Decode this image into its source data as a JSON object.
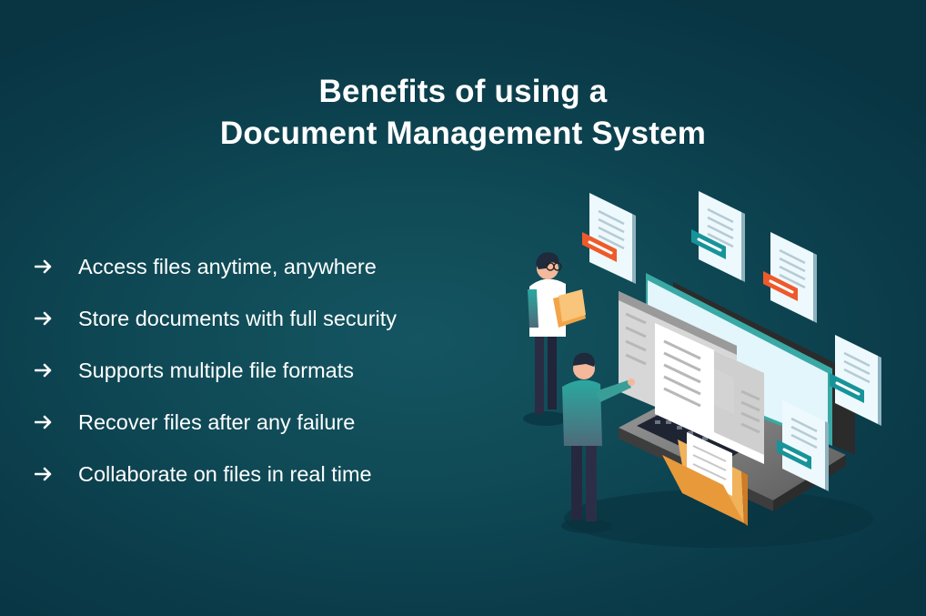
{
  "title": {
    "line1": "Benefits of using a",
    "line2": "Document Management System"
  },
  "benefits": [
    {
      "icon": "arrow-right-icon",
      "label": "Access files anytime, anywhere"
    },
    {
      "icon": "arrow-right-icon",
      "label": "Store documents with full security"
    },
    {
      "icon": "arrow-right-icon",
      "label": "Supports multiple file formats"
    },
    {
      "icon": "arrow-right-icon",
      "label": "Recover files after any failure"
    },
    {
      "icon": "arrow-right-icon",
      "label": "Collaborate on files in real time"
    }
  ],
  "colors": {
    "background": "#0e4553",
    "text": "#ffffff",
    "accent_orange": "#ee5a2a",
    "accent_teal": "#17949a",
    "folder": "#f2a447"
  }
}
